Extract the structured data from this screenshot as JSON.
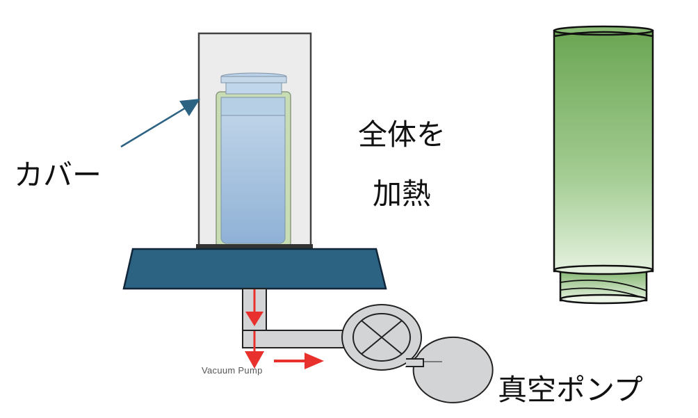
{
  "labels": {
    "cover": "カバー",
    "heat_line1": "全体を",
    "heat_line2": "加熱",
    "vacuum_pump_en": "Vacuum Pump",
    "vacuum_pump_jp": "真空ポンプ"
  },
  "colors": {
    "base_plate": "#2c6282",
    "arrow_pointer": "#2c6282",
    "flow_arrow": "#e8302c",
    "pipe": "#d3d4d6",
    "cylinder_green": "#6ca856"
  }
}
